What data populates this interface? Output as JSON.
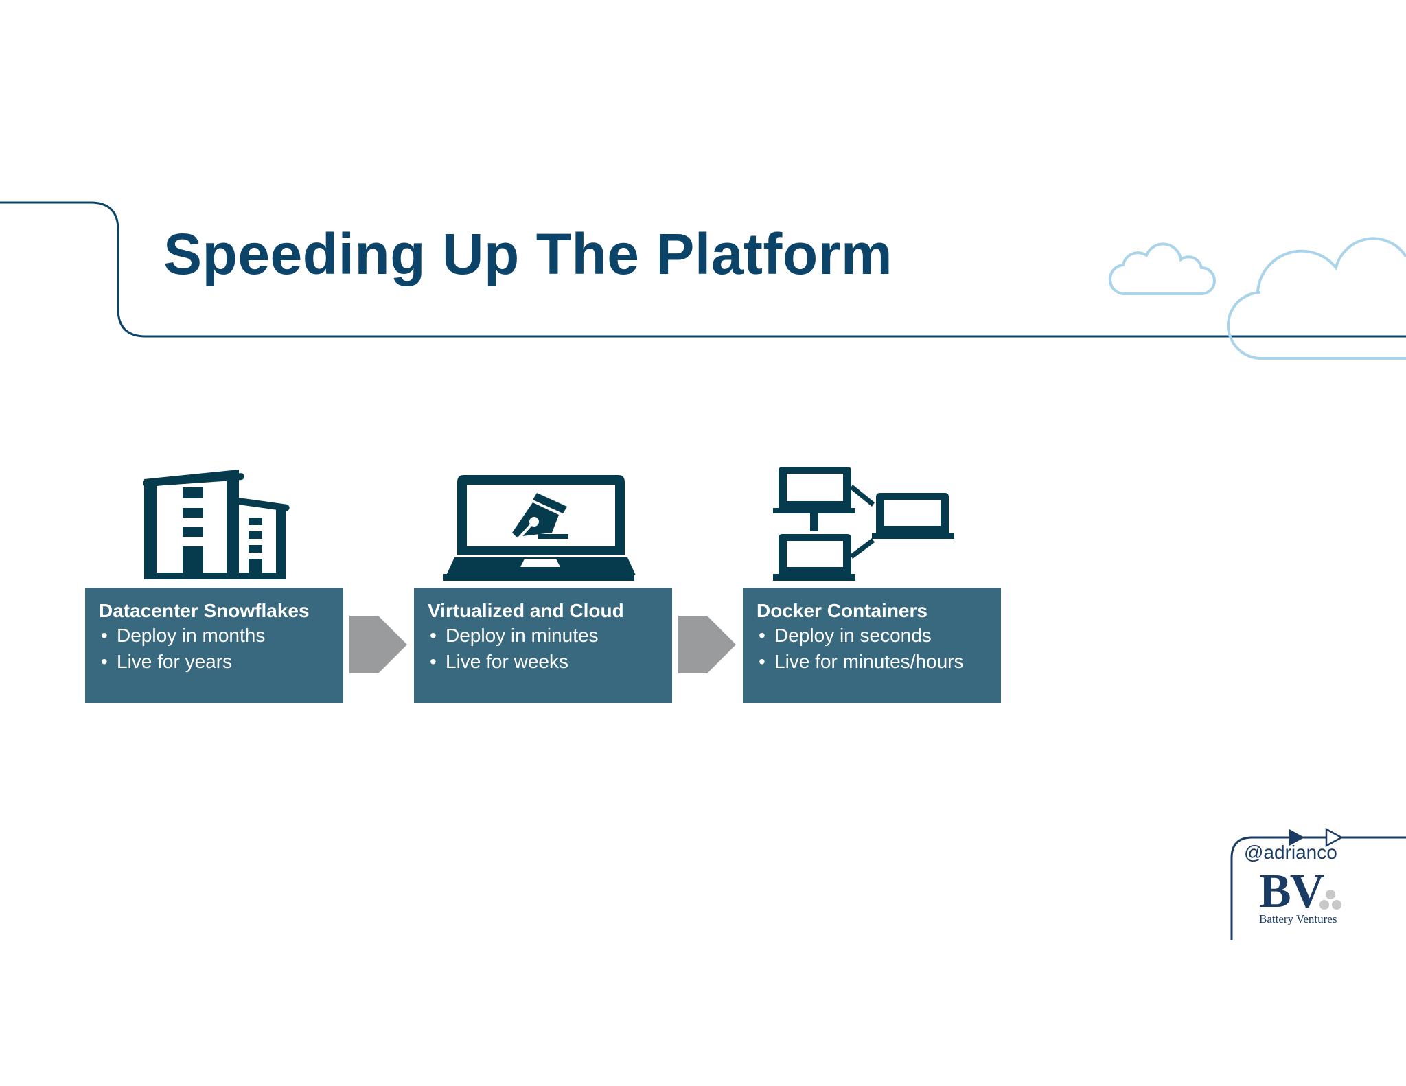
{
  "slide": {
    "title": "Speeding Up The Platform"
  },
  "stages": [
    {
      "icon": "office-building-icon",
      "title": "Datacenter Snowflakes",
      "bullets": [
        "Deploy in months",
        "Live for years"
      ]
    },
    {
      "icon": "laptop-pen-icon",
      "title": "Virtualized and Cloud",
      "bullets": [
        "Deploy in minutes",
        "Live for weeks"
      ]
    },
    {
      "icon": "networked-laptops-icon",
      "title": "Docker Containers",
      "bullets": [
        "Deploy in seconds",
        "Live for minutes/hours"
      ]
    }
  ],
  "footer": {
    "handle": "@adrianco",
    "logo_mark": "BV",
    "logo_name": "Battery Ventures"
  },
  "colors": {
    "title": "#0b4468",
    "box": "#38697f",
    "icon": "#053b4d",
    "arrow": "#9a9b9d",
    "cloud": "#a9d4ea",
    "rule": "#0b4468",
    "logo": "#1a3b63"
  }
}
